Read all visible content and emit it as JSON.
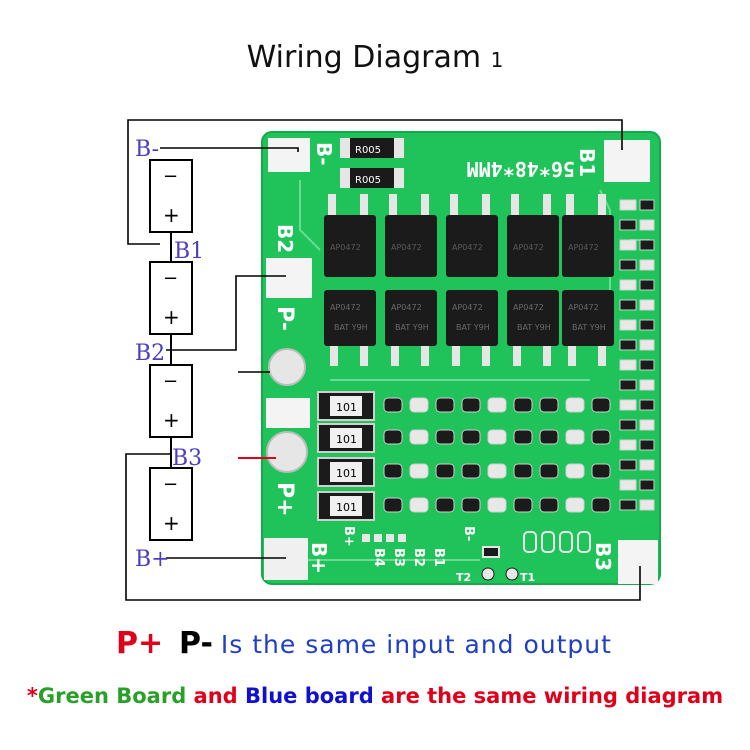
{
  "title": {
    "main": "Wiring Diagram",
    "number": "1"
  },
  "battery_labels": {
    "b_minus": "B-",
    "b1": "B1",
    "b2": "B2",
    "b3": "B3",
    "b_plus": "B+"
  },
  "cell": {
    "minus": "−",
    "plus": "+"
  },
  "board": {
    "size_text": "56*48*4MM",
    "pad_b_minus": "B-",
    "pad_b1": "B1",
    "pad_b2": "B2",
    "pad_p_minus": "P-",
    "pad_p_plus": "P+",
    "pad_b_plus": "B+",
    "pad_b3": "B3",
    "resistor_r005": "R005",
    "resistor_101": "101",
    "mosfet_top": "AP0472",
    "mosfet_bottom": "BAT Y9H",
    "mini_labels": [
      "B+",
      "B4",
      "B3",
      "B2",
      "B1",
      "B-"
    ],
    "t2": "T2",
    "t1": "T1",
    "colors": {
      "board": "#1fc35a",
      "board_dark": "#16a64a",
      "trace": "#7fe0a0"
    }
  },
  "note_line1": {
    "p_plus": "P+",
    "p_minus": "P-",
    "text": "Is the same input and output"
  },
  "note_line2": {
    "star": "*",
    "green": "Green Board",
    "and": " and ",
    "blue": "Blue board",
    "rest": " are the same wiring diagram"
  }
}
